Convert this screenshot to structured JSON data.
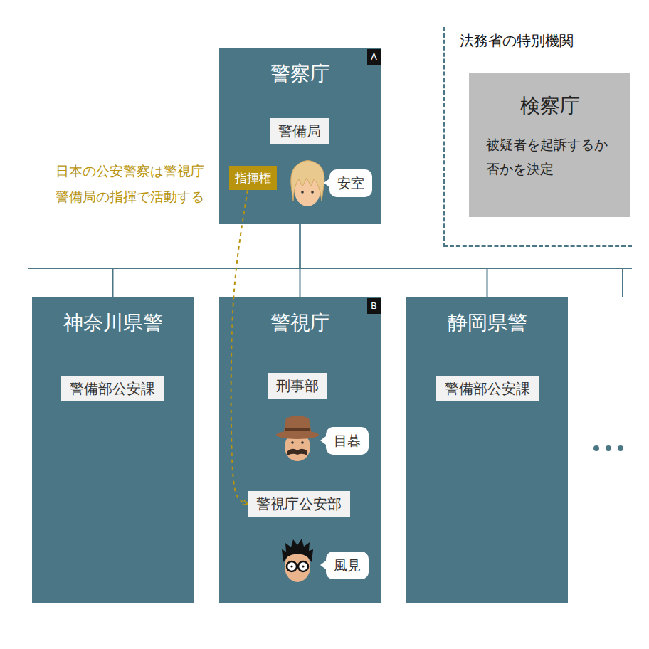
{
  "diagram": {
    "nodes": [
      {
        "text": [
          "警察庁"
        ]
      },
      {
        "text": [
          "警備局"
        ],
        "in": 0
      },
      {
        "text": [
          "指揮権"
        ],
        "in": 0
      },
      {
        "text": [
          "安室"
        ],
        "in": 0
      },
      {
        "text": [
          "法務省の特別機関"
        ]
      },
      {
        "text": [
          "検察庁",
          "被疑者を起訴するか否かを決定"
        ],
        "in": 4
      },
      {
        "text": [
          "神奈川県警"
        ]
      },
      {
        "text": [
          "警備部公安課"
        ],
        "in": 6
      },
      {
        "text": [
          "警視庁"
        ]
      },
      {
        "text": [
          "刑事部"
        ],
        "in": 8
      },
      {
        "text": [
          "目暮"
        ],
        "in": 8
      },
      {
        "text": [
          "警視庁公安部"
        ],
        "in": 8
      },
      {
        "text": [
          "風見"
        ],
        "in": 8
      },
      {
        "text": [
          "静岡県警"
        ]
      },
      {
        "text": [
          "警備部公安課"
        ],
        "in": 13
      }
    ],
    "edges": [
      {
        "from": 0,
        "to": 6,
        "arrow": "none"
      },
      {
        "from": 0,
        "to": 8,
        "arrow": "none"
      },
      {
        "from": 0,
        "to": 13,
        "arrow": "none"
      },
      {
        "from": 2,
        "to": 11,
        "arrow": "to"
      }
    ],
    "labels": [
      "A",
      "B",
      "日本の公安警察は警視庁 警備局の指揮で活動する"
    ]
  }
}
